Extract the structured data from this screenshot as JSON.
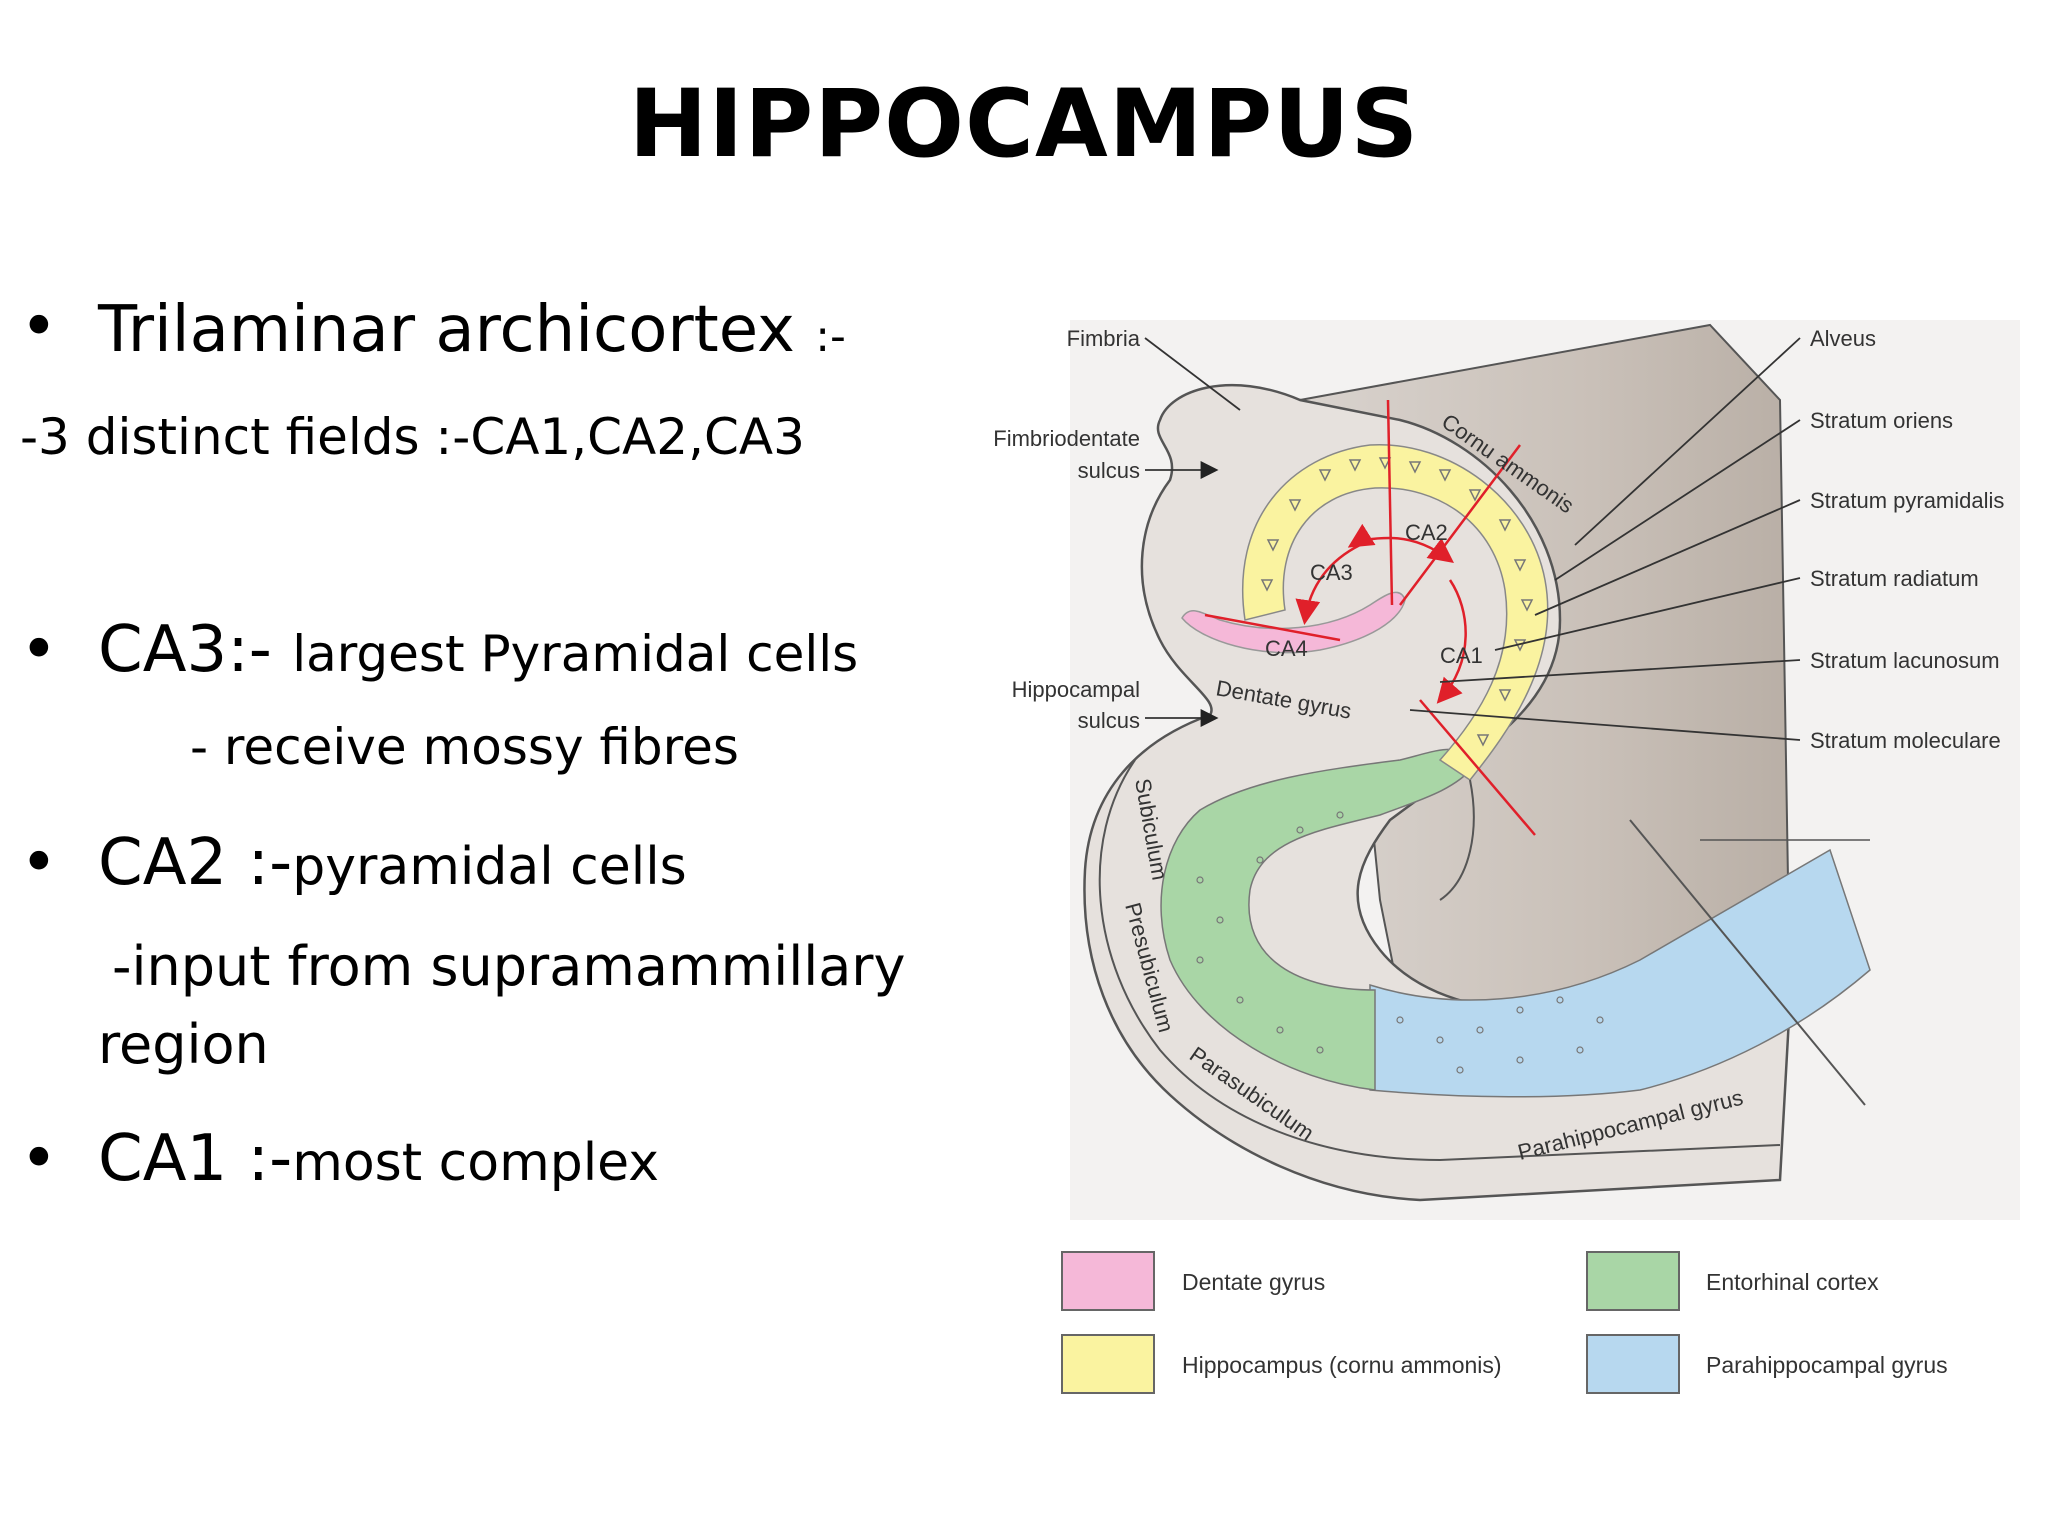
{
  "slide": {
    "title": "HIPPOCAMPUS",
    "bullets": [
      {
        "bullet": "•",
        "head": "Trilaminar archicortex ",
        "tail": ":-"
      },
      {
        "bullet": "•",
        "head": "CA3:- ",
        "tail": "largest Pyramidal cells"
      },
      {
        "bullet": "•",
        "head": "CA2 :-",
        "tail": "pyramidal cells"
      },
      {
        "bullet": "•",
        "head": "CA1 :-",
        "tail": "most complex"
      }
    ],
    "sublines": {
      "fields": "-3 distinct fields :-CA1,CA2,CA3",
      "mossy": "- receive mossy fibres",
      "input1": "-input from supramammillary",
      "input2": "region"
    }
  },
  "diagram": {
    "left_labels": {
      "fimbria": "Fimbria",
      "fimbriodentate_1": "Fimbriodentate",
      "fimbriodentate_2": "sulcus",
      "hippocampal_1": "Hippocampal",
      "hippocampal_2": "sulcus"
    },
    "right_labels": [
      "Alveus",
      "Stratum oriens",
      "Stratum pyramidalis",
      "Stratum radiatum",
      "Stratum lacunosum",
      "Stratum moleculare"
    ],
    "region_labels": {
      "cornu_ammonis": "Cornu ammonis",
      "ca1": "CA1",
      "ca2": "CA2",
      "ca3": "CA3",
      "ca4": "CA4",
      "dentate_gyrus": "Dentate gyrus",
      "subiculum": "Subiculum",
      "presubiculum": "Presubiculum",
      "parasubiculum": "Parasubiculum",
      "parahippocampal_gyrus": "Parahippocampal gyrus"
    },
    "colors": {
      "dentate": "#f5b8d8",
      "hippocampus": "#faf3a0",
      "entorhinal": "#a9d6a6",
      "parahippocampal": "#b7d8ef",
      "arrows": "#e0202a"
    },
    "legend": [
      {
        "label": "Dentate gyrus",
        "color": "#f5b8d8"
      },
      {
        "label": "Entorhinal cortex",
        "color": "#a9d6a6"
      },
      {
        "label": "Hippocampus (cornu ammonis)",
        "color": "#faf3a0"
      },
      {
        "label": "Parahippocampal gyrus",
        "color": "#b7d8ef"
      }
    ]
  }
}
